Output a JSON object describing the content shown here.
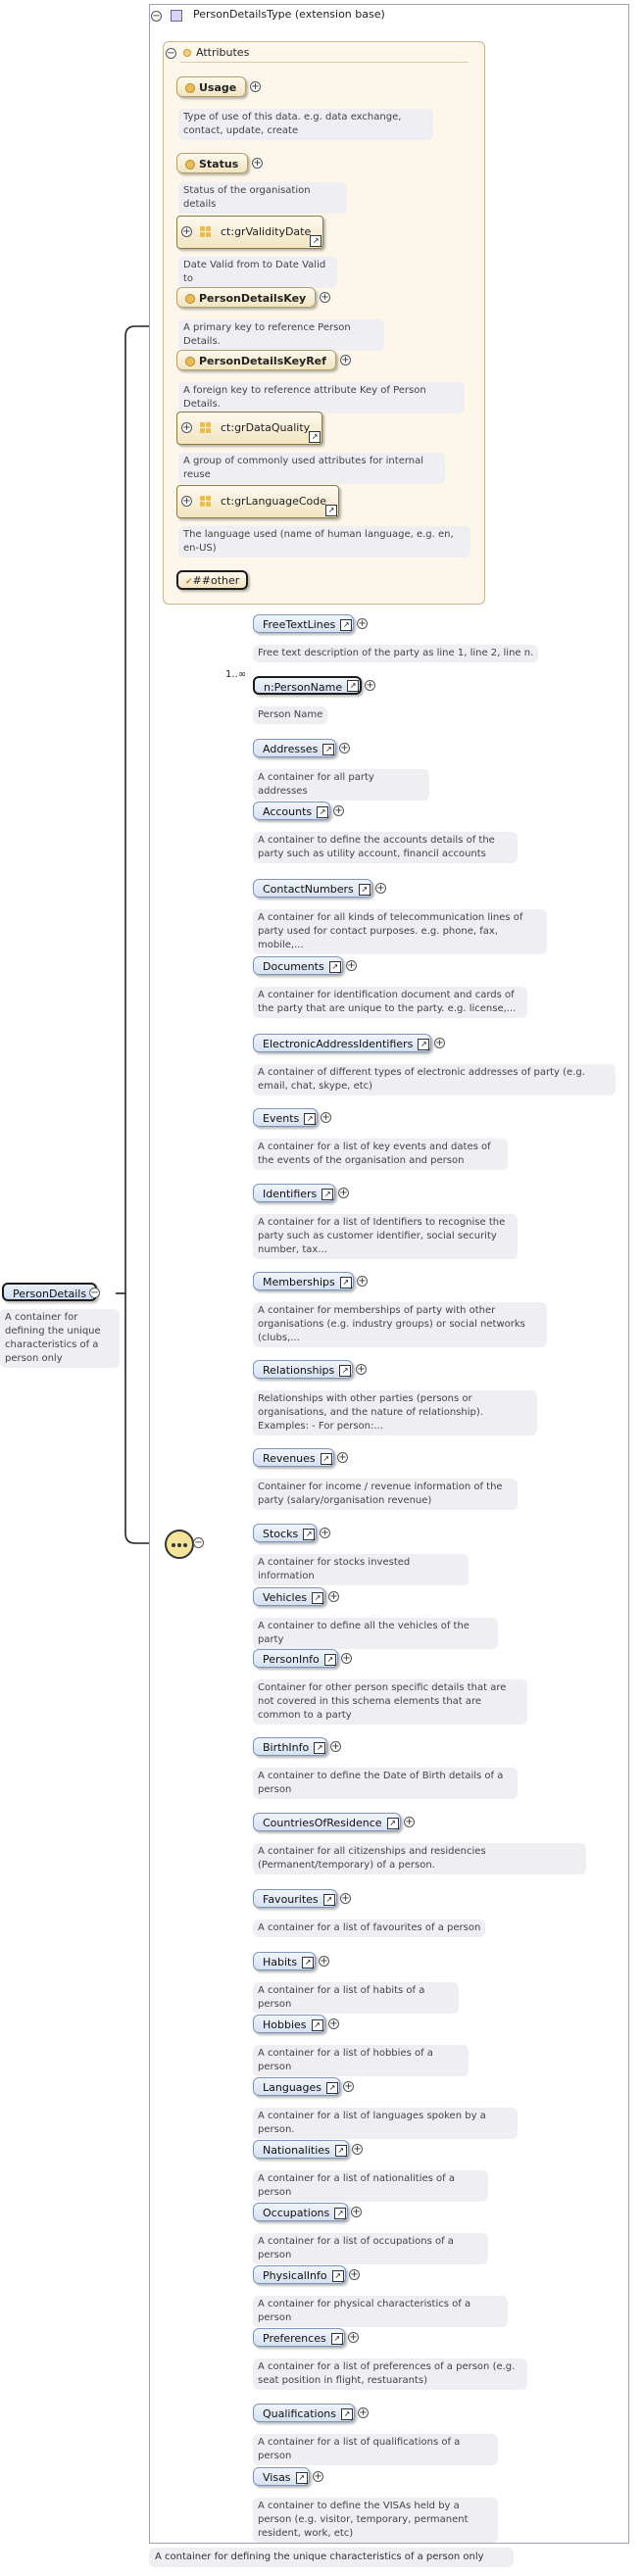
{
  "root": {
    "label": "PersonDetails",
    "annotation": "A container for defining the unique characteristics of a person only"
  },
  "type_box": {
    "title": "PersonDetailsType (extension base)",
    "footer_annotation": "A container for defining the unique characteristics of a person only"
  },
  "attributes": {
    "header": "Attributes",
    "items": [
      {
        "label": "Usage",
        "annotation": "Type of use of this data. e.g. data exchange, contact, update, create"
      },
      {
        "label": "Status",
        "annotation": "Status of the organisation details"
      },
      {
        "label": "ct:grValidityDate",
        "annotation": "Date Valid from to Date Valid to"
      },
      {
        "label": "PersonDetailsKey",
        "annotation": "A primary key to reference Person Details."
      },
      {
        "label": "PersonDetailsKeyRef",
        "annotation": "A foreign key to reference attribute Key of Person Details."
      },
      {
        "label": "ct:grDataQuality",
        "annotation": "A group of commonly used attributes for internal reuse"
      },
      {
        "label": "ct:grLanguageCode",
        "annotation": "The language used (name of human language, e.g. en, en-US)"
      }
    ],
    "other": "##other"
  },
  "cardinality": "1..∞",
  "elements": [
    {
      "label": "FreeTextLines",
      "annotation": "Free text description of the party as line 1, line 2, line n."
    },
    {
      "label": "n:PersonName",
      "annotation": "Person Name"
    },
    {
      "label": "Addresses",
      "annotation": "A container for all party addresses"
    },
    {
      "label": "Accounts",
      "annotation": "A container to define the accounts details of the party such as utility account, financil accounts"
    },
    {
      "label": "ContactNumbers",
      "annotation": "A container for all kinds of telecommunication lines of party used for contact purposes. e.g. phone, fax, mobile,..."
    },
    {
      "label": "Documents",
      "annotation": "A container for identification document and cards of the party that are unique to the party. e.g. license,..."
    },
    {
      "label": "ElectronicAddressIdentifiers",
      "annotation": "A container of different types of electronic addresses of party (e.g. email, chat, skype, etc)"
    },
    {
      "label": "Events",
      "annotation": "A container for a list of key events and dates of the events of the organisation and person"
    },
    {
      "label": "Identifiers",
      "annotation": "A container for a list of Identifiers to recognise the party such as customer identifier, social security number, tax..."
    },
    {
      "label": "Memberships",
      "annotation": "A container for memberships of party with other organisations (e.g. industry groups) or social networks (clubs,..."
    },
    {
      "label": "Relationships",
      "annotation": "Relationships with other parties (persons or organisations, and the nature of relationship). Examples: - For person:..."
    },
    {
      "label": "Revenues",
      "annotation": "Container for income / revenue information of the party (salary/organisation revenue)"
    },
    {
      "label": "Stocks",
      "annotation": "A container for stocks invested information"
    },
    {
      "label": "Vehicles",
      "annotation": "A container to define all the vehicles of the party"
    },
    {
      "label": "PersonInfo",
      "annotation": "Container for other person specific details that are not covered in this schema elements that are common to a party"
    },
    {
      "label": "BirthInfo",
      "annotation": "A container to define the Date of Birth details of a person"
    },
    {
      "label": "CountriesOfResidence",
      "annotation": "A container for all citizenships and residencies (Permanent/temporary) of a person."
    },
    {
      "label": "Favourites",
      "annotation": "A container for a list of favourites of a person"
    },
    {
      "label": "Habits",
      "annotation": "A container for a list of habits of a person"
    },
    {
      "label": "Hobbies",
      "annotation": "A container for a list of hobbies of a person"
    },
    {
      "label": "Languages",
      "annotation": "A container for a list of languages spoken by a person."
    },
    {
      "label": "Nationalities",
      "annotation": "A container for a list of nationalities of a person"
    },
    {
      "label": "Occupations",
      "annotation": "A container for a list of occupations of a person"
    },
    {
      "label": "PhysicalInfo",
      "annotation": "A container for physical characteristics of a person"
    },
    {
      "label": "Preferences",
      "annotation": "A container for a list of preferences of a person (e.g. seat position in flight, restuarants)"
    },
    {
      "label": "Qualifications",
      "annotation": "A container for a list of qualifications of a person"
    },
    {
      "label": "Visas",
      "annotation": "A container to define the VISAs held by a person (e.g. visitor, temporary, permanent resident, work, etc)"
    }
  ]
}
